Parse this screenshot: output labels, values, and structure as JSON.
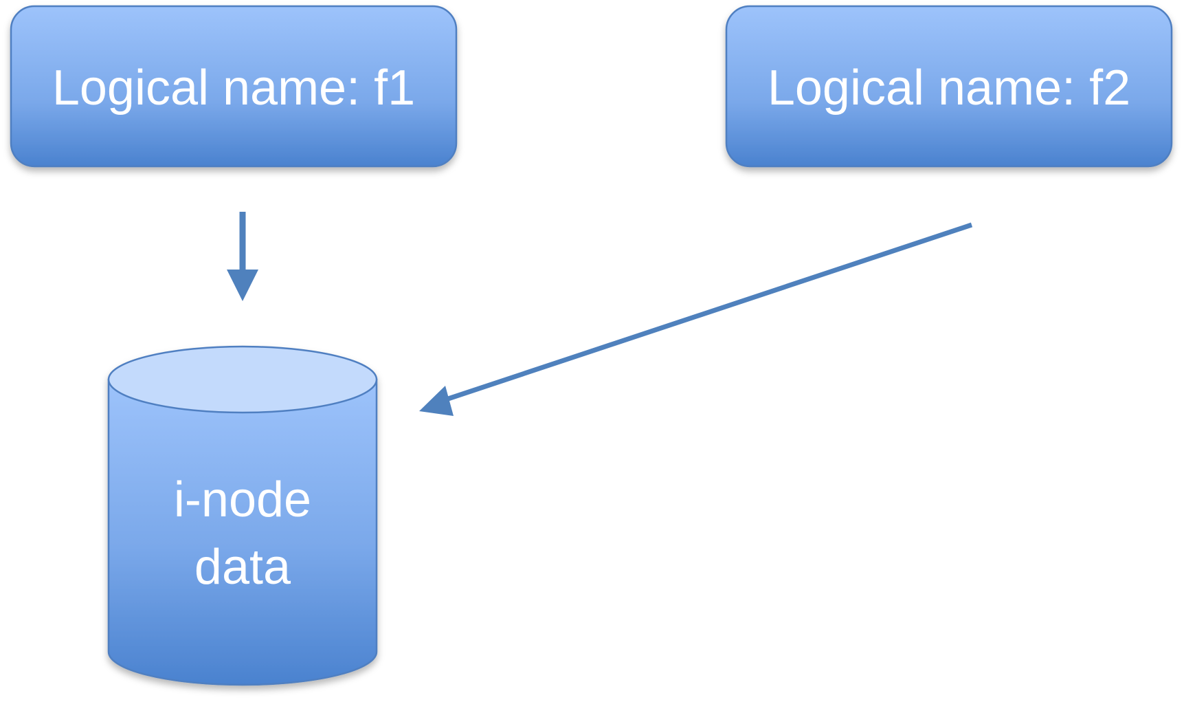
{
  "nodes": {
    "f1": {
      "label": "Logical name: f1"
    },
    "f2": {
      "label": "Logical name: f2"
    },
    "inode": {
      "line1": "i-node",
      "line2": "data"
    }
  },
  "colors": {
    "box_top": "#9dc3fb",
    "box_bottom": "#4a82cf",
    "box_border": "#4f7fc1",
    "cylinder_top": "#c3dafc",
    "arrow": "#4f81bd",
    "text": "#ffffff"
  }
}
